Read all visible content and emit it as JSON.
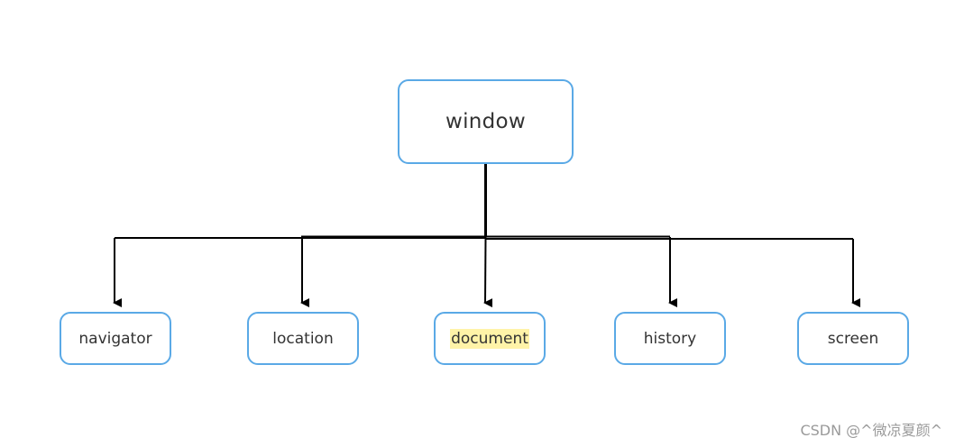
{
  "root": {
    "label": "window"
  },
  "children": [
    {
      "label": "navigator"
    },
    {
      "label": "location"
    },
    {
      "label": "document",
      "highlighted": true
    },
    {
      "label": "history"
    },
    {
      "label": "screen"
    }
  ],
  "colors": {
    "node_border": "#5aa9e6",
    "connector": "#000000",
    "highlight": "#fff3a8",
    "text": "#333333",
    "watermark": "#9a9a9a"
  },
  "watermark": "CSDN @^微凉夏颜^"
}
